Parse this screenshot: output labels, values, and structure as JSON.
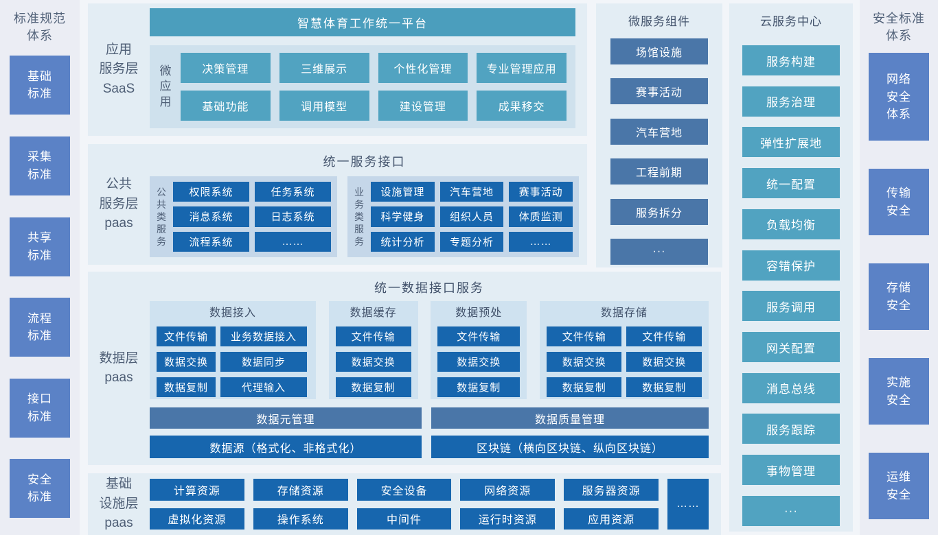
{
  "palette": {
    "page_bg": "#f2f5f9",
    "strip_bg": "#ebedf4",
    "section_bg": "#e3edf4",
    "subpanel_saas": "#cfe1ed",
    "subpanel_service": "#c5d7e9",
    "subpanel_data": "#cfe2f0",
    "teal_bar": "#4b9ebd",
    "teal_box": "#51a3c1",
    "dark_blue_box": "#1766ae",
    "slate_blue_box": "#4a76a8",
    "periwinkle_box": "#5b82c6",
    "label_text": "#4f5f76"
  },
  "standards_column": {
    "title": "标准规范\n体系",
    "items": [
      "基础\n标准",
      "采集\n标准",
      "共享\n标准",
      "流程\n标准",
      "接口\n标准",
      "安全\n标准"
    ]
  },
  "saas_layer": {
    "label": "应用\n服务层\nSaaS",
    "platform_title": "智慧体育工作统一平台",
    "group_label": "微应用",
    "apps": [
      "决策管理",
      "三维展示",
      "个性化管理",
      "专业管理应用",
      "基础功能",
      "调用模型",
      "建设管理",
      "成果移交"
    ]
  },
  "public_layer": {
    "label": "公共\n服务层\npaas",
    "title": "统一服务接口",
    "common_group": {
      "label": "公共类服务",
      "items": [
        "权限系统",
        "任务系统",
        "消息系统",
        "日志系统",
        "流程系统",
        "……"
      ]
    },
    "business_group": {
      "label": "业务类服务",
      "items": [
        "设施管理",
        "汽车营地",
        "赛事活动",
        "科学健身",
        "组织人员",
        "体质监测",
        "统计分析",
        "专题分析",
        "……"
      ]
    }
  },
  "data_layer": {
    "label": "数据层\npaas",
    "title": "统一数据接口服务",
    "groups": [
      {
        "title": "数据接入",
        "items": [
          "文件传输",
          "业务数据接入",
          "数据交换",
          "数据同步",
          "数据复制",
          "代理输入"
        ]
      },
      {
        "title": "数据缓存",
        "items": [
          "文件传输",
          "数据交换",
          "数据复制"
        ]
      },
      {
        "title": "数据预处",
        "items": [
          "文件传输",
          "数据交换",
          "数据复制"
        ]
      },
      {
        "title": "数据存储",
        "items": [
          "文件传输",
          "文件传输",
          "数据交换",
          "数据交换",
          "数据复制",
          "数据复制"
        ]
      }
    ],
    "management_bars": [
      "数据元管理",
      "数据质量管理"
    ],
    "base_bars": [
      "数据源（格式化、非格式化）",
      "区块链（横向区块链、纵向区块链）"
    ]
  },
  "infra_layer": {
    "label": "基础\n设施层\npaas",
    "row1": [
      "计算资源",
      "存储资源",
      "安全设备",
      "网络资源",
      "服务器资源"
    ],
    "row2": [
      "虚拟化资源",
      "操作系统",
      "中间件",
      "运行时资源",
      "应用资源"
    ],
    "more": "……"
  },
  "microservices": {
    "title": "微服务组件",
    "items": [
      "场馆设施",
      "赛事活动",
      "汽车营地",
      "工程前期",
      "服务拆分",
      "···"
    ]
  },
  "cloud_center": {
    "title": "云服务中心",
    "items": [
      "服务构建",
      "服务治理",
      "弹性扩展地",
      "统一配置",
      "负载均衡",
      "容错保护",
      "服务调用",
      "网关配置",
      "消息总线",
      "服务跟踪",
      "事物管理",
      "···"
    ]
  },
  "security_column": {
    "title": "安全标准\n体系",
    "items": [
      "网络\n安全\n体系",
      "传输\n安全",
      "存储\n安全",
      "实施\n安全",
      "运维\n安全"
    ]
  }
}
